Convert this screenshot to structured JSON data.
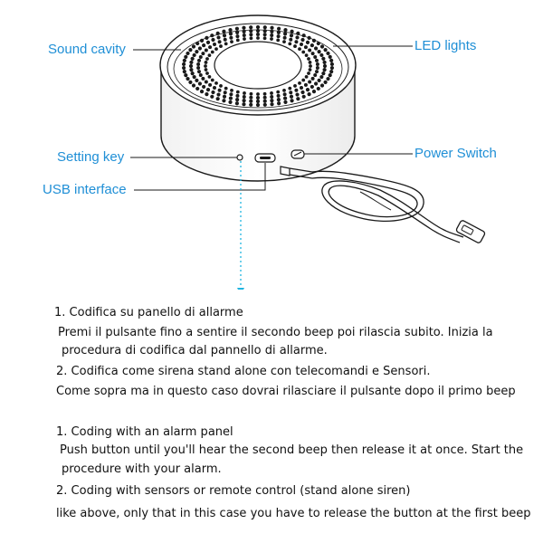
{
  "callouts": {
    "sound_cavity": "Sound cavity",
    "led_lights": "LED lights",
    "setting_key": "Setting key",
    "power_switch": "Power Switch",
    "usb_interface": "USB interface"
  },
  "instructions_it": {
    "step1_title": "1. Codifica su panello di allarme",
    "step1_line1": "Premi il pulsante fino a sentire il secondo beep poi rilascia subito. Inizia la",
    "step1_line2": "procedura di codifica dal pannello di allarme.",
    "step2_title": "2. Codifica come sirena stand alone con telecomandi e Sensori.",
    "step2_line1": "Come sopra ma in questo caso dovrai rilasciare il pulsante dopo il primo beep"
  },
  "instructions_en": {
    "step1_title": "1. Coding with an alarm panel",
    "step1_line1": "Push button until you'll hear the second beep then release it at once. Start the",
    "step1_line2": "procedure with your alarm.",
    "step2_title": "2. Coding with sensors or remote control (stand alone siren)",
    "step2_line1": "like above, only that in this case you have to release the button at the first beep"
  },
  "colors": {
    "label_blue": "#1f8fd6",
    "body_text": "#111111",
    "outline": "#1a1a1a"
  },
  "icons": {
    "device": "siren-device",
    "cable": "usb-cable"
  }
}
